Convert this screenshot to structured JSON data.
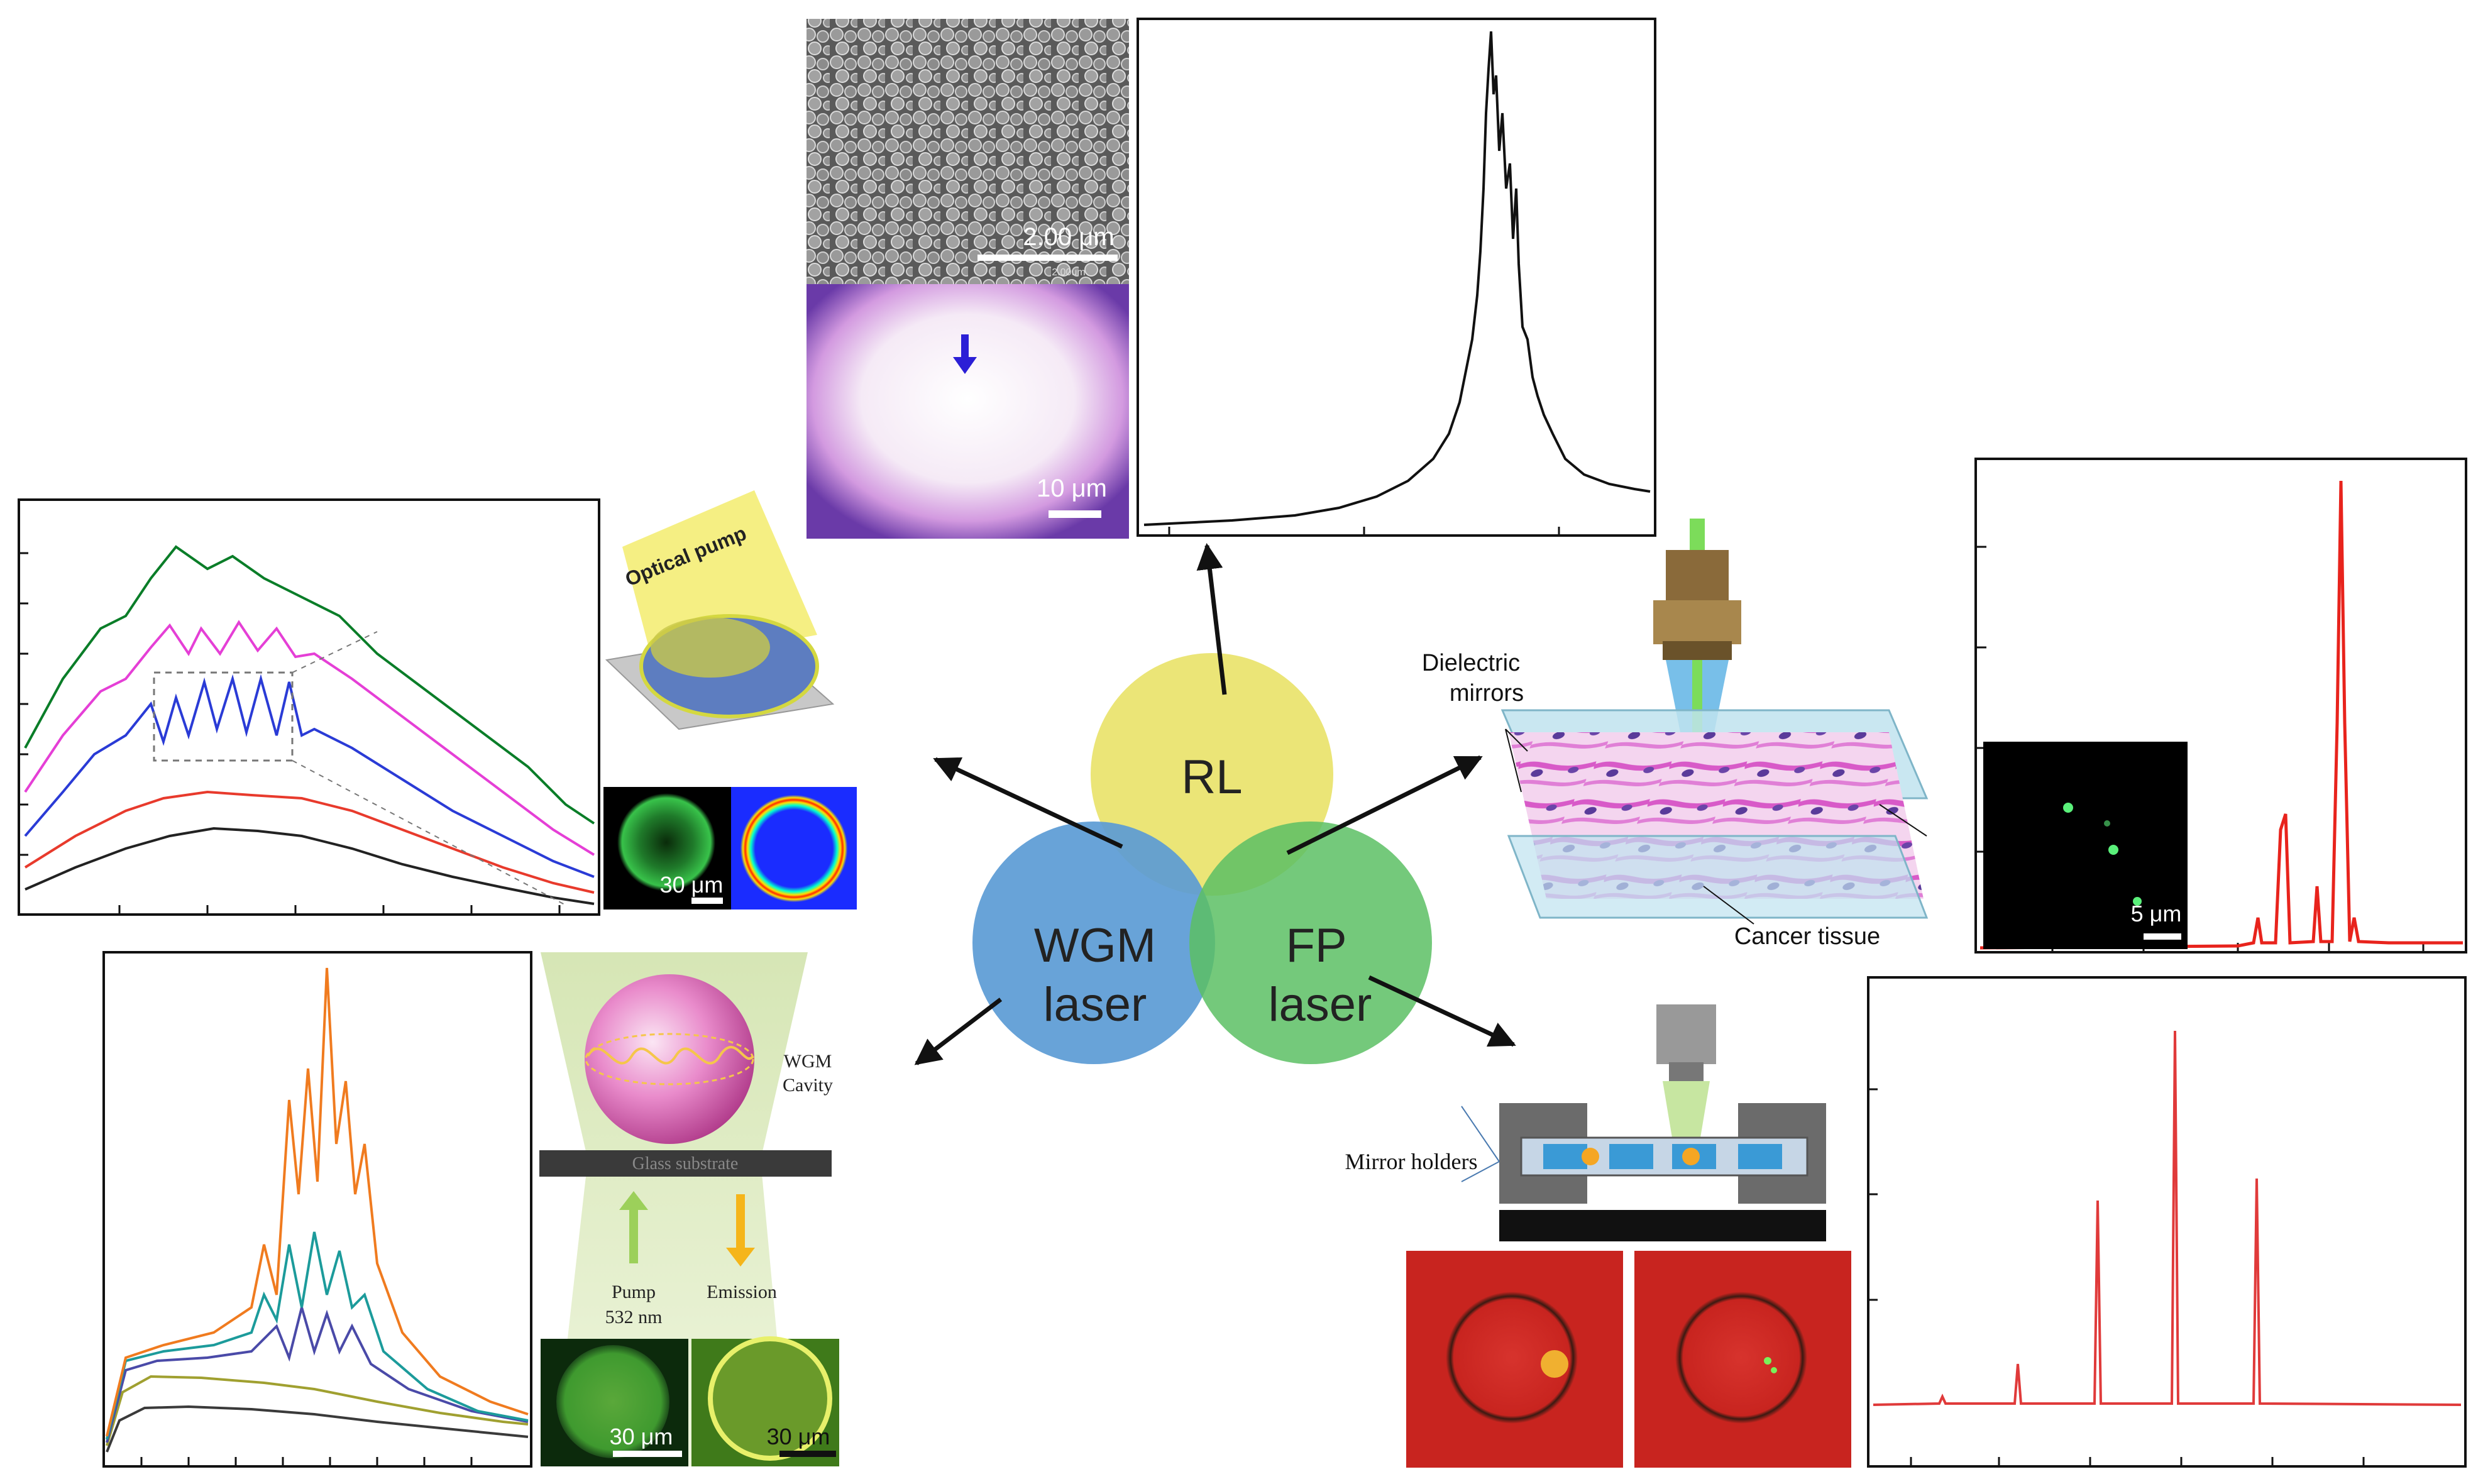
{
  "center": {
    "rl": "RL",
    "wgm_line1": "WGM",
    "wgm_line2": "laser",
    "fp_line1": "FP",
    "fp_line2": "laser",
    "colors": {
      "rl": "#e9e36b",
      "wgm": "#5b9bd5",
      "fp": "#5cc064",
      "overlap": "#4f9a8a"
    }
  },
  "rl_panel": {
    "sem_scale": "2.00 μm",
    "sem_small_scale": "2.00um",
    "fluor_scale": "10 μm",
    "arrow_icon": "down-arrow-icon"
  },
  "wgm_top": {
    "optical_pump_label": "Optical pump",
    "micro_scale": "30 μm",
    "series_colors": [
      "#0a7d28",
      "#e53fd6",
      "#2a3bd6",
      "#e83a2c",
      "#222222"
    ]
  },
  "wgm_bottom": {
    "cavity_label_1": "WGM",
    "cavity_label_2": "Cavity",
    "substrate_label": "Glass substrate",
    "pump_label_1": "Pump",
    "pump_label_2": "532 nm",
    "emission_label": "Emission",
    "scale_left": "30 μm",
    "scale_right": "30 μm",
    "series_colors": [
      "#f07b1f",
      "#1c9b9b",
      "#4a4aa8",
      "#a0a030",
      "#3a3a3a"
    ]
  },
  "fp_top": {
    "dielectric_label_1": "Dielectric",
    "dielectric_label_2": "mirrors",
    "tissue_label": "Cancer tissue",
    "inset_scale": "5 μm",
    "series_color": "#e8231c"
  },
  "fp_bottom": {
    "mirror_holders_label": "Mirror holders",
    "series_color": "#e03a3a"
  }
}
